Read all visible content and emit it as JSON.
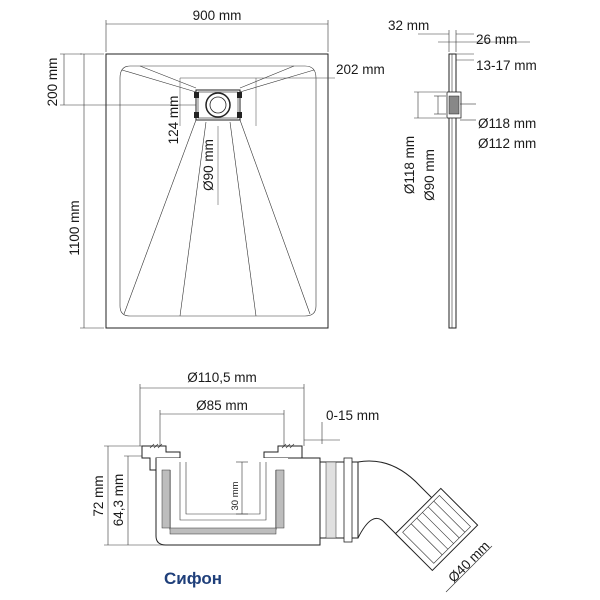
{
  "tray": {
    "width_label": "900 mm",
    "height_label": "1100 mm",
    "drain_offset_label": "200 mm",
    "drain_box_label": "202 mm",
    "drain_inner_label": "124 mm",
    "drain_diameter_label": "Ø90 mm"
  },
  "profile": {
    "thickness_top_label": "32 mm",
    "rim_label": "26 mm",
    "edge_label": "13-17 mm",
    "outer_diameter_label": "Ø118 mm",
    "inner_diameter_label": "Ø112 mm",
    "vertical_118_label": "Ø118 mm",
    "vertical_90_label": "Ø90 mm"
  },
  "siphon": {
    "title": "Сифон",
    "outer_diameter_label": "Ø110,5 mm",
    "inner_diameter_label": "Ø85 mm",
    "adjust_label": "0-15 mm",
    "height_label": "72 mm",
    "height_inner_label": "64,3 mm",
    "water_seal_label": "30 mm",
    "outlet_label": "Ø40 mm"
  },
  "colors": {
    "title": "#1f3f7a",
    "lines": "#222222"
  }
}
